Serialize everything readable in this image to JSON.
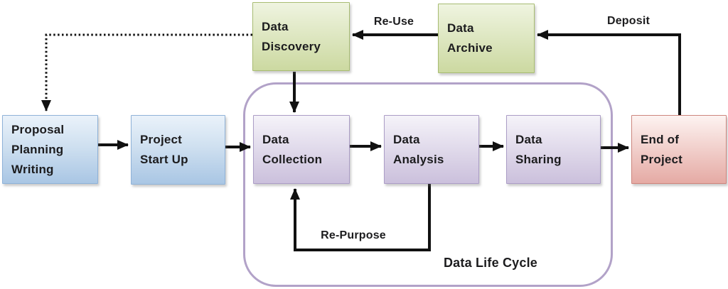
{
  "diagram": {
    "type": "flowchart",
    "container_label": "Data Life Cycle",
    "boxes": {
      "data_discovery": {
        "lines": [
          "Data",
          "Discovery"
        ],
        "color_group": "green"
      },
      "data_archive": {
        "lines": [
          "Data",
          "Archive"
        ],
        "color_group": "green"
      },
      "proposal_planning_writing": {
        "lines": [
          "Proposal",
          "Planning",
          "Writing"
        ],
        "color_group": "blue"
      },
      "project_start_up": {
        "lines": [
          "Project",
          "Start Up"
        ],
        "color_group": "blue"
      },
      "data_collection": {
        "lines": [
          "Data",
          "Collection"
        ],
        "color_group": "purple"
      },
      "data_analysis": {
        "lines": [
          "Data",
          "Analysis"
        ],
        "color_group": "purple"
      },
      "data_sharing": {
        "lines": [
          "Data",
          "Sharing"
        ],
        "color_group": "purple"
      },
      "end_of_project": {
        "lines": [
          "End of",
          "Project"
        ],
        "color_group": "pink"
      }
    },
    "edge_labels": {
      "re_use": "Re-Use",
      "deposit": "Deposit",
      "re_purpose": "Re-Purpose"
    },
    "flows": [
      "Proposal Planning Writing -> Project Start Up",
      "Project Start Up -> Data Collection",
      "Data Collection -> Data Analysis",
      "Data Analysis -> Data Sharing",
      "Data Sharing -> End of Project",
      "Data Discovery -> Data Collection",
      "Data Archive -> Data Discovery (Re-Use)",
      "End of Project -> Data Archive (Deposit)",
      "Data Analysis -> Data Collection (Re-Purpose)",
      "Data Discovery -> Proposal Planning Writing (dotted)"
    ],
    "colors": {
      "green_top": "#eff4e0",
      "green_bottom": "#ccd9a1",
      "green_border": "#a8bc72",
      "blue_top": "#eaf2fa",
      "blue_bottom": "#a9c6e4",
      "blue_border": "#8fb2d8",
      "purple_top": "#f5f3f9",
      "purple_bottom": "#cbc0dc",
      "purple_border": "#ab9dc6",
      "pink_top": "#fdf3f1",
      "pink_bottom": "#e5aaa4",
      "pink_border": "#cd867e",
      "container_stroke": "#b2a2c8",
      "arrow": "#111111"
    }
  }
}
